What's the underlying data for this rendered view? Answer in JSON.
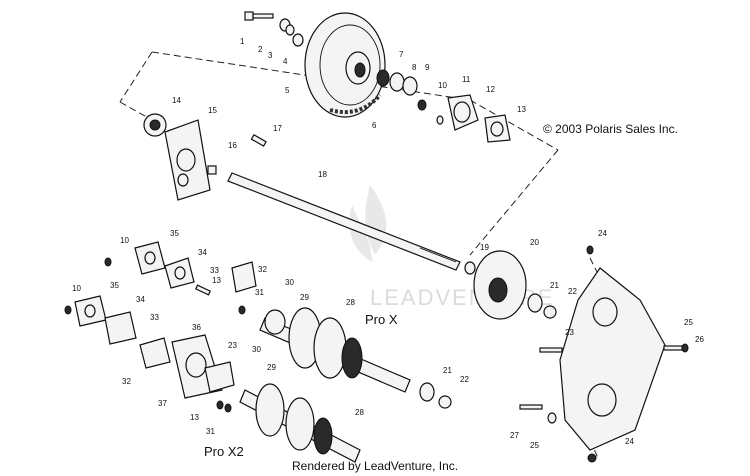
{
  "diagram": {
    "copyright": "© 2003 Polaris Sales Inc.",
    "credit": "Rendered by LeadVenture, Inc.",
    "watermark": "LEADVENTURE",
    "variant_labels": {
      "pro_x": "Pro X",
      "pro_x2": "Pro X2"
    },
    "callouts": {
      "c1": "1",
      "c2": "2",
      "c3": "3",
      "c4": "4",
      "c5": "5",
      "c6": "6",
      "c7": "7",
      "c8": "8",
      "c9": "9",
      "c10": "10",
      "c11": "11",
      "c12": "12",
      "c13": "13",
      "c14": "14",
      "c15": "15",
      "c16": "16",
      "c17": "17",
      "c18": "18",
      "c19": "19",
      "c20": "20",
      "c21": "21",
      "c22": "22",
      "c23": "23",
      "c24": "24",
      "c25": "25",
      "c26": "26",
      "c27": "27",
      "c28": "28",
      "c29": "29",
      "c30": "30",
      "c31": "31",
      "c32": "32",
      "c33": "33",
      "c34": "34",
      "c35": "35",
      "c36": "36",
      "c37": "37"
    }
  }
}
